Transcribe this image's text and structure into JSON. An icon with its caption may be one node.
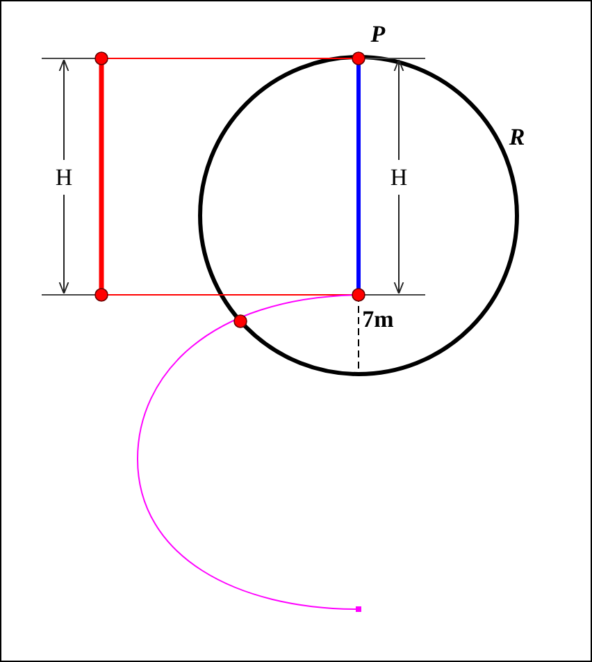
{
  "diagram": {
    "labels": [
      "P",
      "R",
      "H",
      "H",
      "7m"
    ]
  }
}
